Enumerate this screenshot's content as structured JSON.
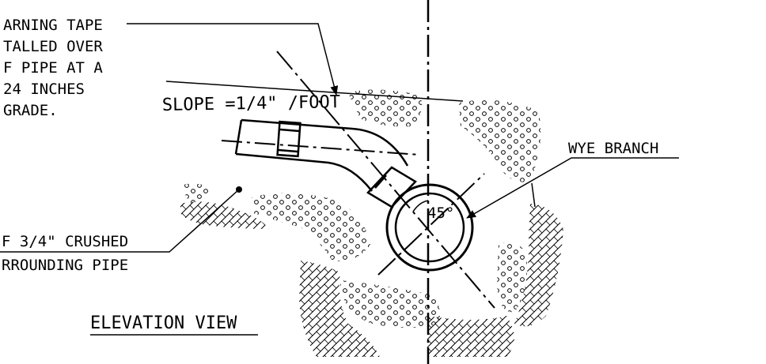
{
  "warning_note": {
    "lines": [
      "ARNING TAPE",
      "TALLED OVER",
      "F  PIPE  AT  A",
      "24  INCHES",
      "GRADE."
    ]
  },
  "slope_label": "SLOPE =1/4\" /FOOT",
  "wye_label": "WYE BRANCH",
  "angle_label": "45°",
  "crushed_note": {
    "lines": [
      "F  3/4\"  CRUSHED",
      "RROUNDING  PIPE"
    ]
  },
  "view_title": "ELEVATION  VIEW"
}
